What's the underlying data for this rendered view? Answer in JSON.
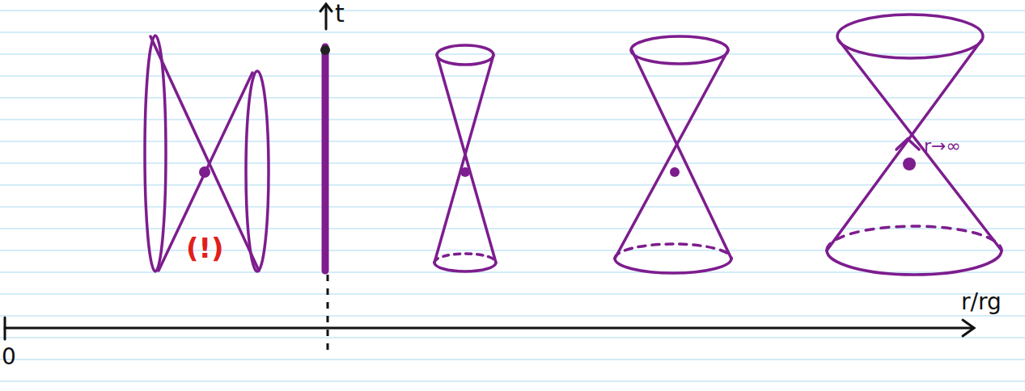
{
  "diagram": {
    "labels": [
      "t",
      "(!)",
      "r→∞",
      "r/rg",
      "0"
    ]
  }
}
